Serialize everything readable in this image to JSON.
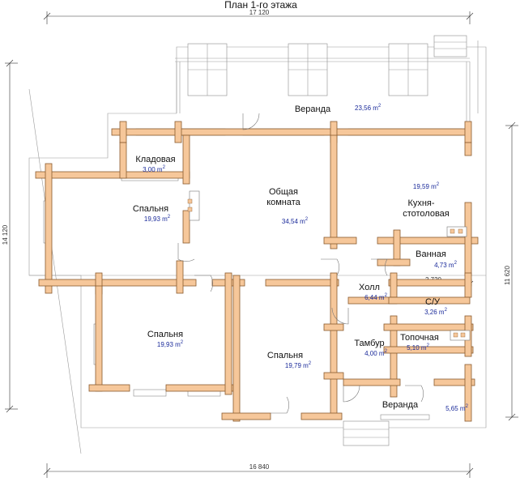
{
  "title": "План 1-го этажа",
  "dimensions": {
    "top": "17 120",
    "bottom": "16 840",
    "left": "14 120",
    "right": "11 620",
    "inner": "2 720"
  },
  "rooms": {
    "veranda_top": {
      "name": "Веранда",
      "area": "23,56 m"
    },
    "pantry": {
      "name": "Кладовая",
      "area": "3,00 m"
    },
    "bedroom_left": {
      "name": "Спальня",
      "area": "19,93 m"
    },
    "living": {
      "name_line1": "Общая",
      "name_line2": "комната",
      "area": "34,54 m"
    },
    "kitchen": {
      "name_line1": "Кухня-",
      "name_line2": "стотоловая",
      "area": "19,59 m"
    },
    "bathroom": {
      "name": "Ванная",
      "area": "4,73 m"
    },
    "hall": {
      "name": "Холл",
      "area": "6,44 m"
    },
    "wc": {
      "name": "С/У",
      "area": "3,26 m"
    },
    "bedroom_bottom_left": {
      "name": "Спальня",
      "area": "19,93 m"
    },
    "bedroom_bottom_mid": {
      "name": "Спальня",
      "area": "19,79 m"
    },
    "vestibule": {
      "name": "Тамбур",
      "area": "4,00 m"
    },
    "boiler": {
      "name": "Топочная",
      "area": "5,10 m"
    },
    "veranda_bottom": {
      "name": "Веранда",
      "area": "5,65 m"
    }
  },
  "area_unit_sup": "2"
}
